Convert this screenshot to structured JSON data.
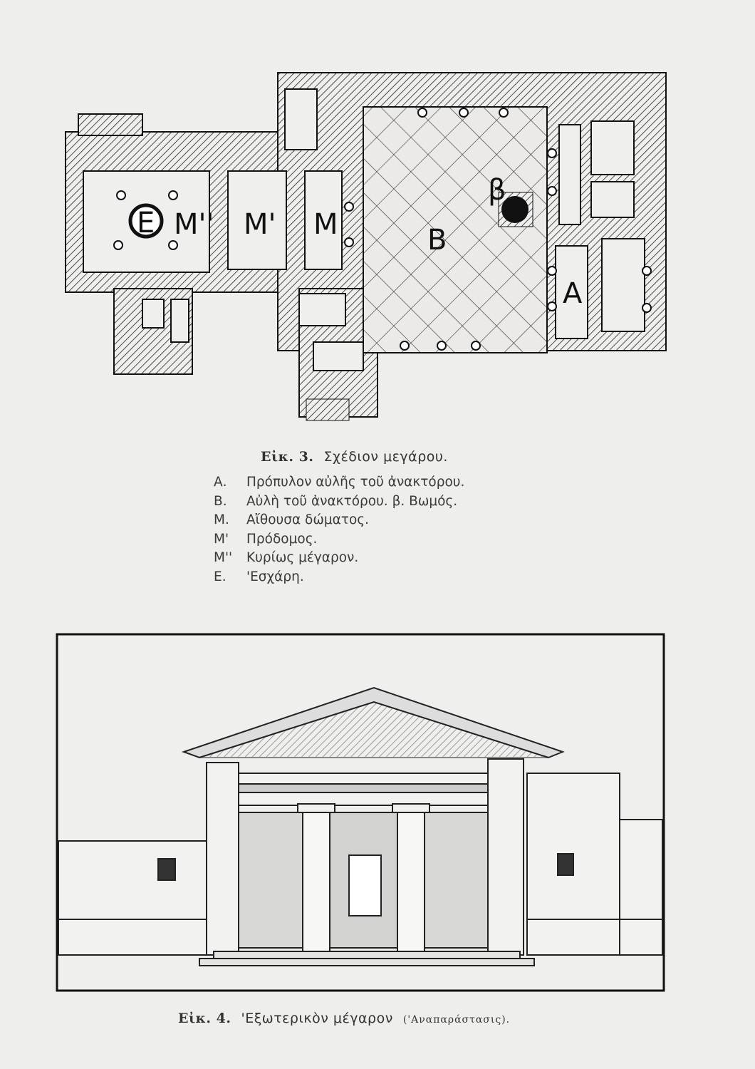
{
  "figure3": {
    "plan_labels": {
      "E": "Ε",
      "M2": "Μ''",
      "M1": "Μ'",
      "M": "Μ",
      "B": "Β",
      "beta": "β",
      "A": "Α"
    },
    "caption_prefix": "Εἰκ. 3.",
    "caption_text": "Σχέδιον μεγάρου.",
    "legend": [
      {
        "key": "Α.",
        "text": "Πρόπυλον αὐλῆς τοῦ ἀνακτόρου."
      },
      {
        "key": "Β.",
        "text": "Αὐλὴ τοῦ ἀνακτόρου. β. Βωμός."
      },
      {
        "key": "Μ.",
        "text": "Αἴθουσα δώματος."
      },
      {
        "key": "Μ'",
        "text": "Πρόδομος."
      },
      {
        "key": "Μ''",
        "text": "Κυρίως μέγαρον."
      },
      {
        "key": "Ε.",
        "text": "'Εσχάρη."
      }
    ]
  },
  "figure4": {
    "caption_prefix": "Εἰκ. 4.",
    "caption_text": "'Εξωτερικὸν μέγαρον",
    "caption_sub": "('Αναπαράστασις)."
  }
}
